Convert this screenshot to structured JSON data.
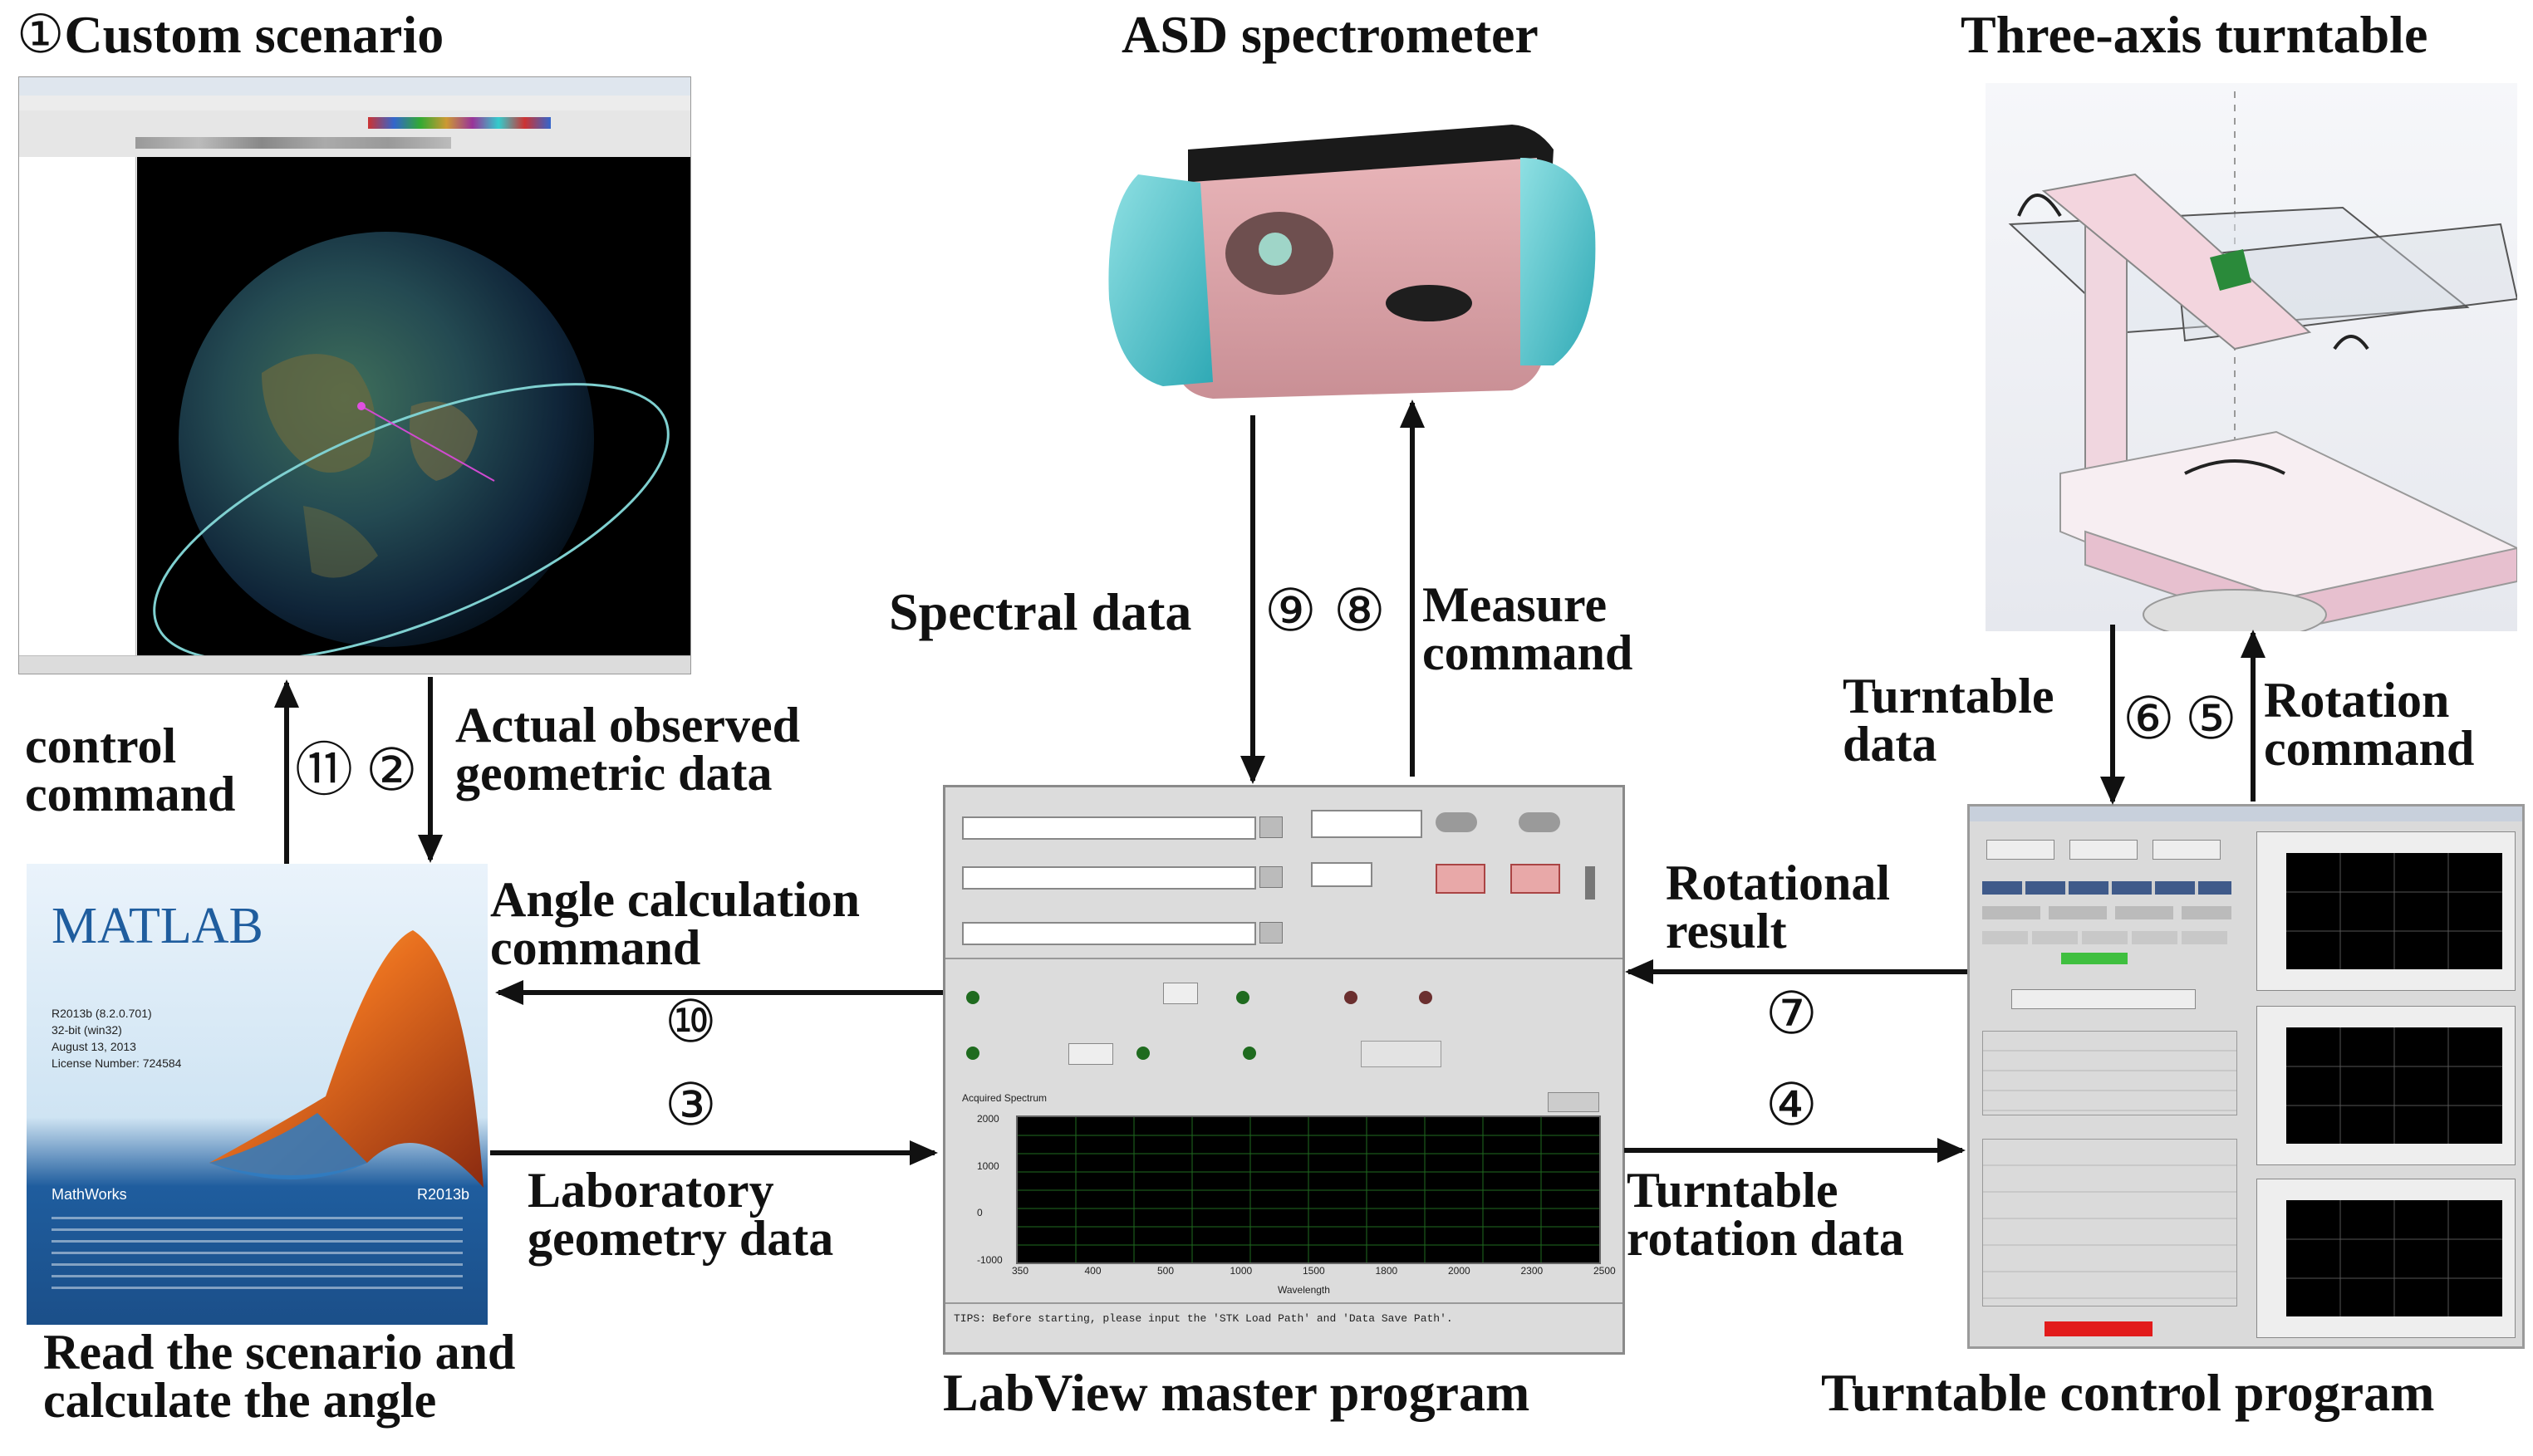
{
  "labels": {
    "custom_scenario": "Custom scenario",
    "asd_spectrometer": "ASD spectrometer",
    "three_axis_turntable": "Three-axis turntable",
    "control_command_1": "control",
    "control_command_2": "command",
    "actual_observed_1": "Actual observed",
    "actual_observed_2": "geometric data",
    "spectral_data": "Spectral data",
    "measure_command_1": "Measure",
    "measure_command_2": "command",
    "turntable_data_1": "Turntable",
    "turntable_data_2": "data",
    "rotation_command_1": "Rotation",
    "rotation_command_2": "command",
    "angle_calc_1": "Angle calculation",
    "angle_calc_2": "command",
    "rotational_result_1": "Rotational",
    "rotational_result_2": "result",
    "lab_geometry_1": "Laboratory",
    "lab_geometry_2": "geometry data",
    "turntable_rotation_1": "Turntable",
    "turntable_rotation_2": "rotation data",
    "read_scenario_1": "Read the scenario and",
    "read_scenario_2": "calculate the angle",
    "labview_master": "LabView master program",
    "turntable_control": "Turntable control program"
  },
  "step_numbers": {
    "s1": "①",
    "s2": "②",
    "s3": "③",
    "s4": "④",
    "s5": "⑤",
    "s6": "⑥",
    "s7": "⑦",
    "s8": "⑧",
    "s9": "⑨",
    "s10": "⑩",
    "s11": "⑪"
  },
  "matlab": {
    "logo": "MATLAB",
    "version": "R2013b (8.2.0.701)",
    "bits": "32-bit (win32)",
    "date": "August 13, 2013",
    "license": "License Number: 724584",
    "mathworks": "MathWorks",
    "release": "R2013b"
  },
  "labview": {
    "tips": "TIPS: Before starting, please input the 'STK Load Path' and 'Data Save Path'.",
    "spectrum_title": "Acquired Spectrum",
    "x_axis_label": "Wavelength",
    "x_ticks": [
      "350",
      "400",
      "500",
      "1000",
      "1500",
      "1800",
      "2000",
      "2300",
      "2500"
    ],
    "y_ticks": [
      "2000",
      "1000",
      "0",
      "-1000"
    ]
  },
  "colors": {
    "arrow": "#111111",
    "matlab_blue": "#1f5d9e",
    "screen_black": "#000000",
    "grid_green": "#1f6b1f",
    "panel_gray": "#d8d8d8"
  }
}
